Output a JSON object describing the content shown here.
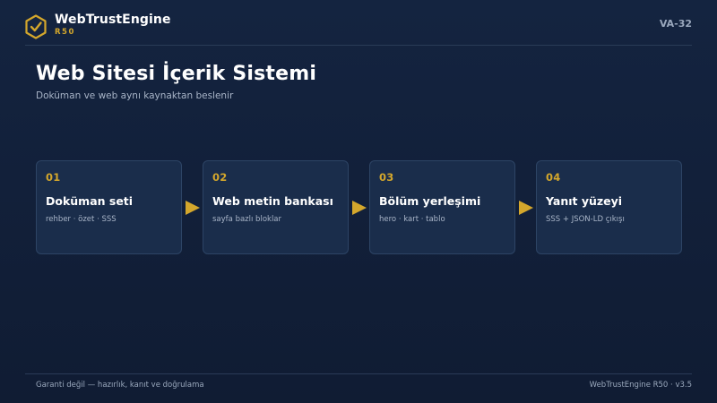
{
  "header": {
    "brand_name": "WebTrustEngine",
    "brand_sub": "R50",
    "slide_code": "VA-32",
    "logo_icon": "shield-check-icon"
  },
  "main": {
    "title": "Web Sitesi İçerik Sistemi",
    "subtitle": "Doküman ve web aynı kaynaktan beslenir",
    "steps": [
      {
        "number": "01",
        "title": "Doküman seti",
        "desc": "rehber · özet · SSS"
      },
      {
        "number": "02",
        "title": "Web metin bankası",
        "desc": "sayfa bazlı bloklar"
      },
      {
        "number": "03",
        "title": "Bölüm yerleşimi",
        "desc": "hero · kart · tablo"
      },
      {
        "number": "04",
        "title": "Yanıt yüzeyi",
        "desc": "SSS + JSON-LD çıkışı"
      }
    ]
  },
  "footer": {
    "left": "Garanti değil — hazırlık, kanıt ve doğrulama",
    "right": "WebTrustEngine R50 · v3.5"
  },
  "colors": {
    "background": "#12203a",
    "accent": "#d4a72c",
    "card": "#1a2d4b",
    "card_border": "#2d4465",
    "muted_text": "#a9b5c8"
  }
}
